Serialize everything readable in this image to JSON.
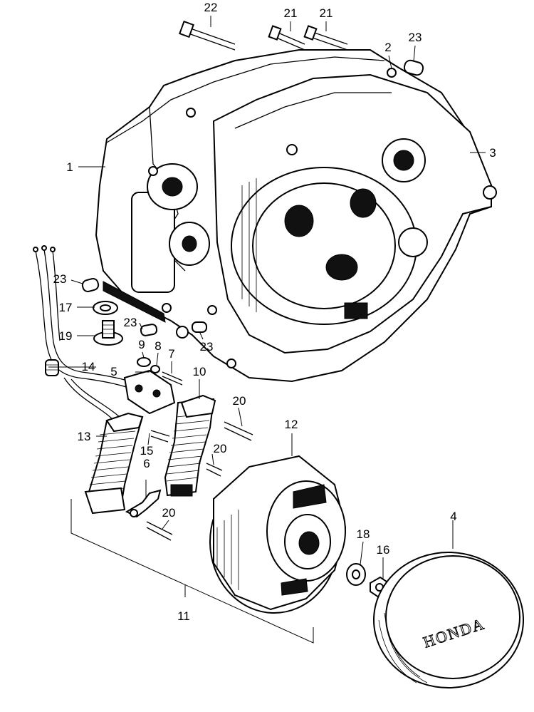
{
  "callouts": {
    "c1": "1",
    "c2": "2",
    "c3": "3",
    "c4": "4",
    "c5": "5",
    "c6": "6",
    "c7": "7",
    "c8": "8",
    "c9": "9",
    "c10": "10",
    "c11": "11",
    "c12": "12",
    "c13": "13",
    "c14": "14",
    "c15": "15",
    "c16": "16",
    "c17": "17",
    "c18": "18",
    "c19": "19",
    "c20a": "20",
    "c20b": "20",
    "c20c": "20",
    "c21a": "21",
    "c21b": "21",
    "c22": "22",
    "c23a": "23",
    "c23b": "23",
    "c23c": "23",
    "c23d": "23"
  },
  "cover_brand": "HONDA"
}
